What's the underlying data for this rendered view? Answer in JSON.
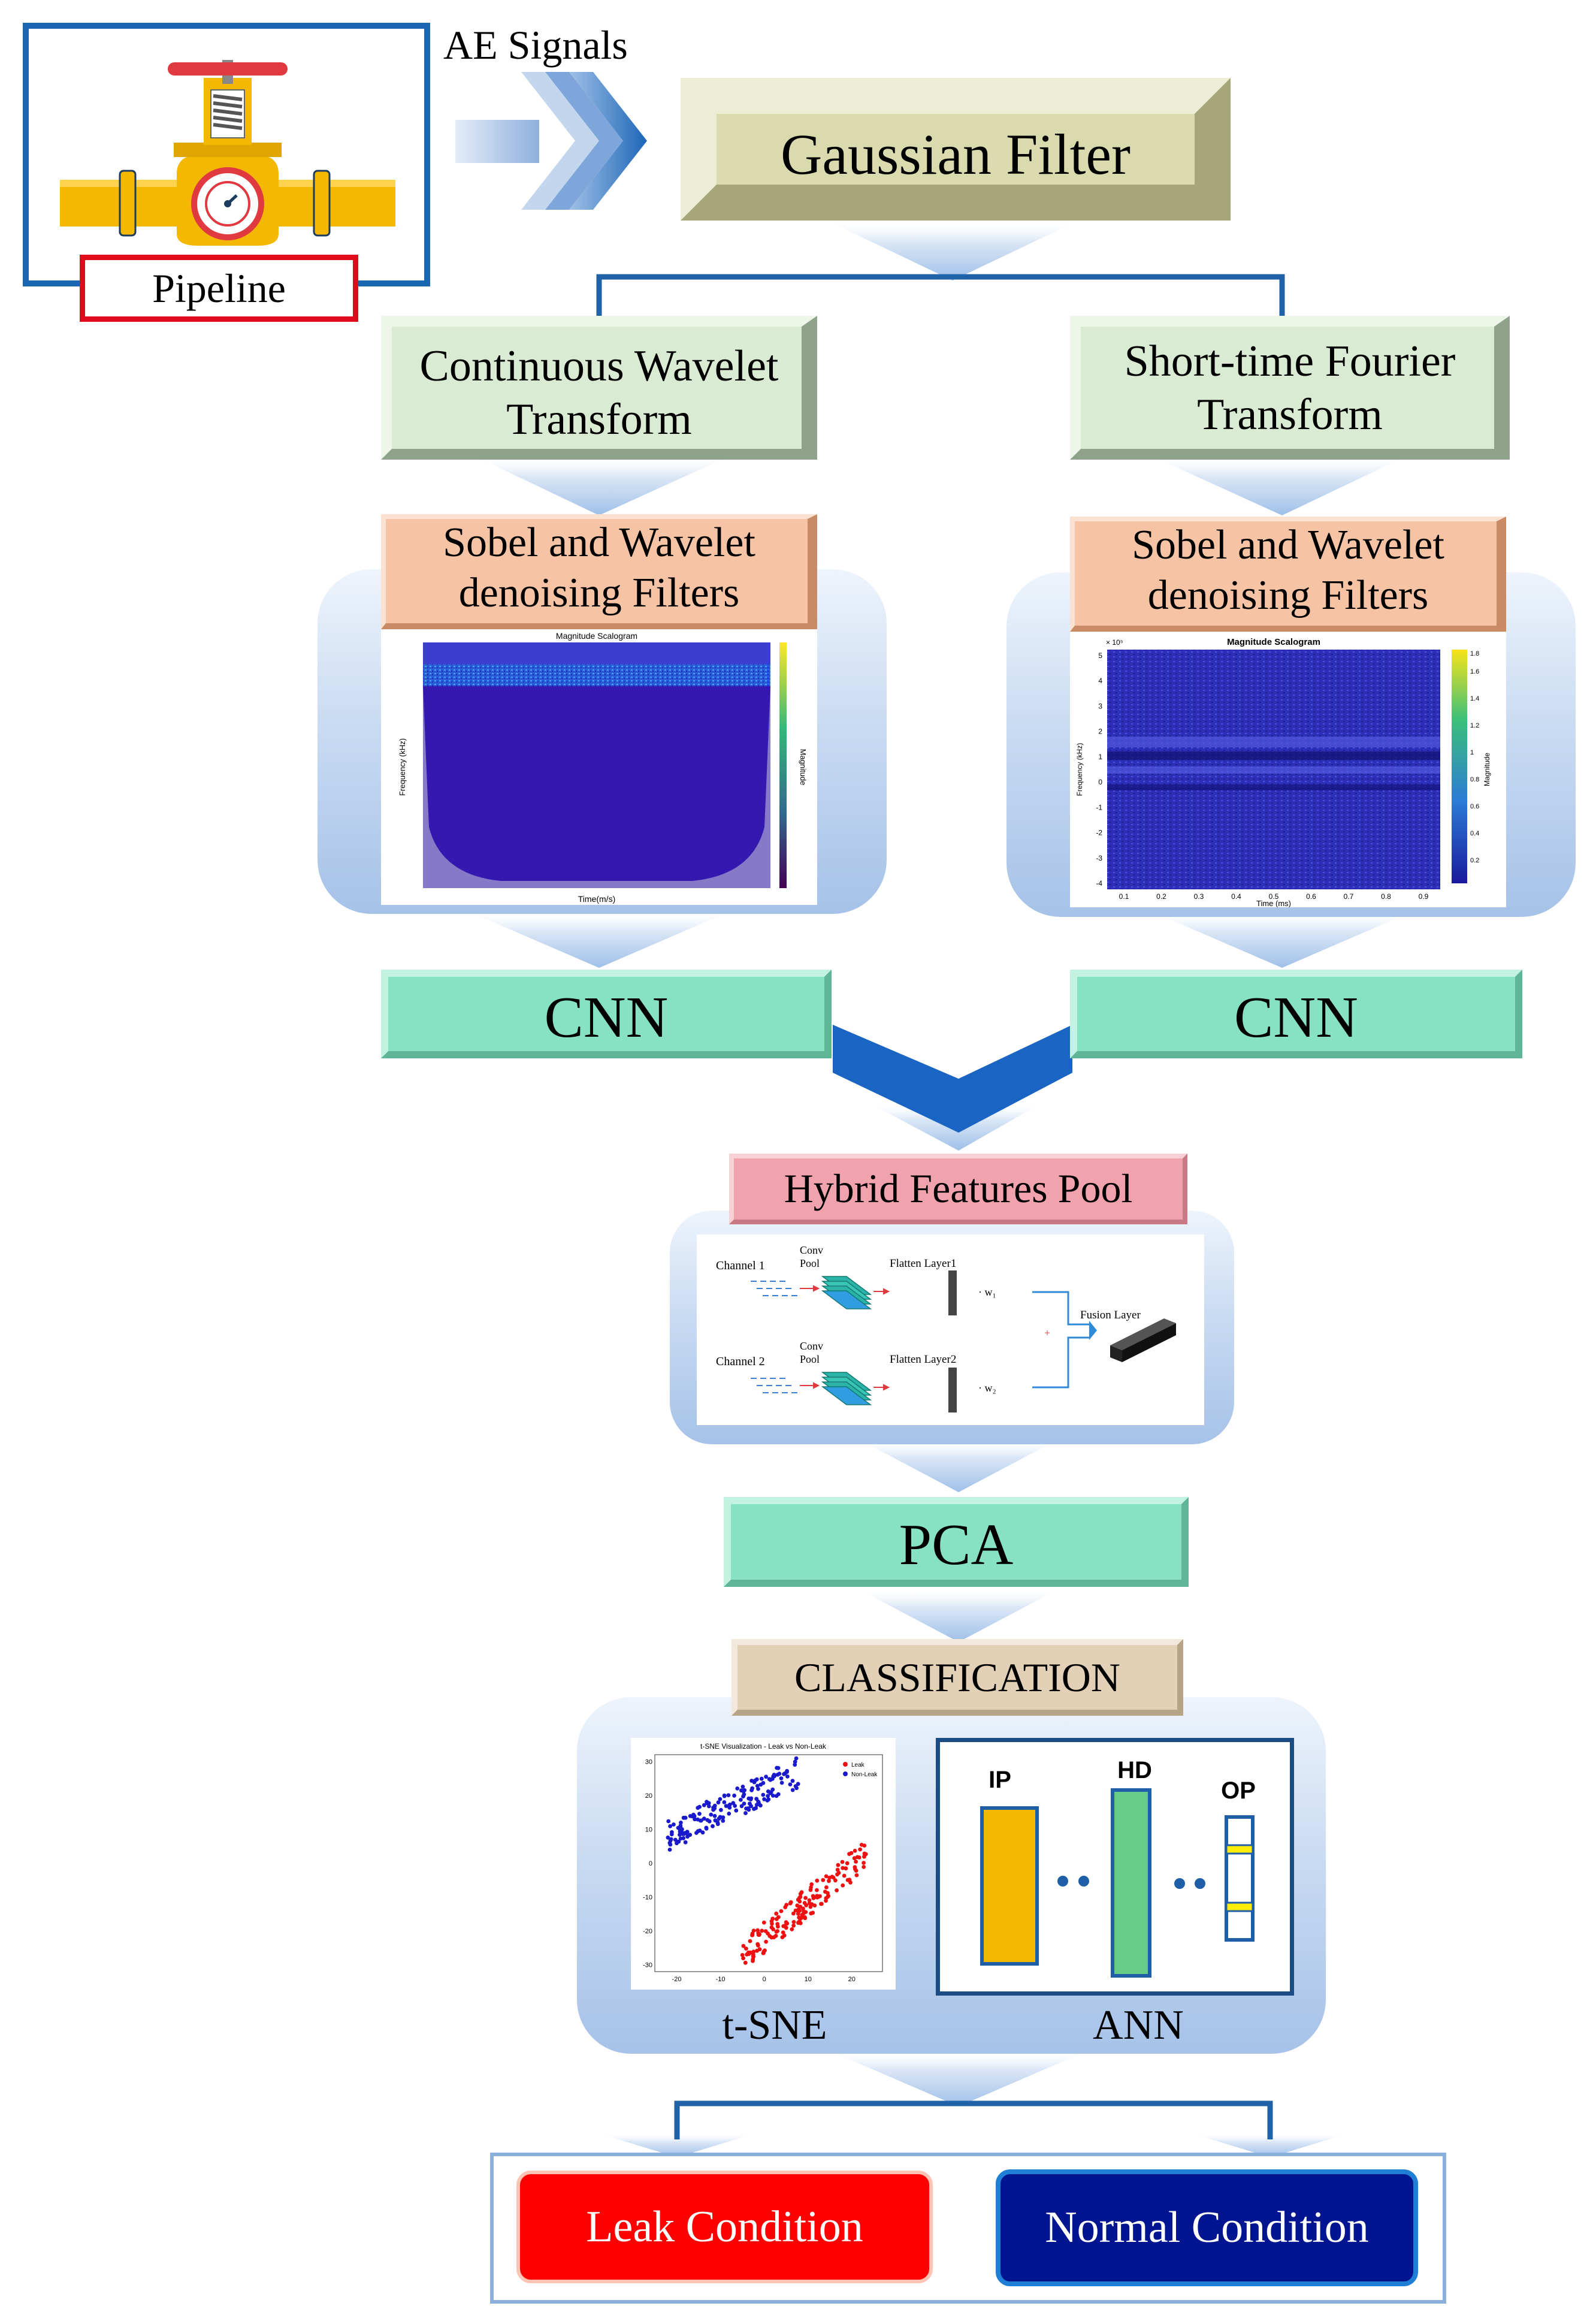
{
  "input": {
    "pipeline_label": "Pipeline",
    "signal_label": "AE Signals"
  },
  "stages": {
    "gaussian": "Gaussian Filter",
    "cwt": [
      "Continuous Wavelet",
      "Transform"
    ],
    "stft": [
      "Short-time Fourier",
      "Transform"
    ],
    "denoise_left": [
      "Sobel and Wavelet",
      "denoising Filters"
    ],
    "denoise_right": [
      "Sobel and Wavelet",
      "denoising Filters"
    ],
    "cnn_left": "CNN",
    "cnn_right": "CNN",
    "hybrid": "Hybrid Features Pool",
    "pca": "PCA",
    "classification": "CLASSIFICATION"
  },
  "scalogram_left": {
    "title": "Magnitude Scalogram",
    "ylabel": "Frequency (kHz)",
    "xlabel": "Time(m/s)",
    "cbar_label": "Magnitude"
  },
  "scalogram_right": {
    "title": "Magnitude Scalogram",
    "ylabel": "Frequency (kHz)",
    "xlabel": "Time (ms)",
    "cbar_label": "Magnitude",
    "exponent": "× 10⁵",
    "y_ticks": [
      "5",
      "4",
      "3",
      "2",
      "1",
      "0",
      "-1",
      "-2",
      "-3",
      "-4"
    ],
    "x_ticks": [
      "0.1",
      "0.2",
      "0.3",
      "0.4",
      "0.5",
      "0.6",
      "0.7",
      "0.8",
      "0.9"
    ],
    "cbar_ticks": [
      "1.6",
      "1.4",
      "1.2",
      "1",
      "0.8",
      "0.6",
      "0.4",
      "0.2"
    ],
    "cbar_top": "1.8"
  },
  "fusion": {
    "channel1": "Channel 1",
    "channel2": "Channel 2",
    "conv": "Conv",
    "pool": "Pool",
    "flatten1": "Flatten Layer1",
    "flatten2": "Flatten Layer2",
    "fusion_layer": "Fusion Layer",
    "w1": "· w₁",
    "w2": "· w₂",
    "plus": "+"
  },
  "tsne": {
    "title": "t-SNE Visualization - Leak vs Non-Leak",
    "caption": "t-SNE",
    "legend": [
      "Leak",
      "Non-Leak"
    ],
    "colors": {
      "leak": "#ee1111",
      "nonleak": "#1a1acc"
    },
    "y_ticks": [
      "30",
      "20",
      "10",
      "0",
      "-10",
      "-20",
      "-30"
    ],
    "x_ticks": [
      "-20",
      "-10",
      "0",
      "10",
      "20"
    ],
    "chart_data": {
      "type": "scatter",
      "xlim": [
        -25,
        27
      ],
      "ylim": [
        -32,
        32
      ],
      "series": [
        {
          "name": "Leak",
          "cluster_center": [
            10,
            -10
          ],
          "cluster_extent": [
            [
              -5,
              -27
            ],
            [
              24,
              3
            ]
          ]
        },
        {
          "name": "Non-Leak",
          "cluster_center": [
            -10,
            18
          ],
          "cluster_extent": [
            [
              -22,
              8
            ],
            [
              8,
              27
            ]
          ]
        }
      ]
    }
  },
  "ann": {
    "caption": "ANN",
    "ip": "IP",
    "hd": "HD",
    "op": "OP",
    "colors": {
      "ip": "#f5b800",
      "hd": "#66cc88",
      "op": "#ffffff",
      "op_marker": "#ffee00",
      "dots": "#1f5fa8"
    }
  },
  "outputs": {
    "leak": "Leak Condition",
    "normal": "Normal Condition",
    "colors": {
      "leak": "#ff0000",
      "normal": "#00158f"
    }
  },
  "colors": {
    "gaussian": "#d8d9b2",
    "transform": "#daebd3",
    "denoise": "#f6c4a4",
    "cnn": "#86e2c2",
    "hybrid": "#f0a3ac",
    "classification": "#e2d1b7",
    "connector": "#1f62a8"
  }
}
